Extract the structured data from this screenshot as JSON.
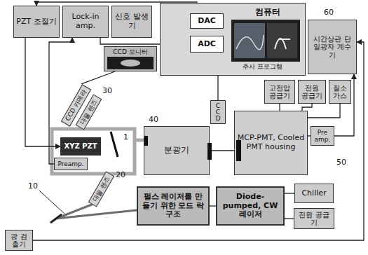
{
  "diagram": {
    "nodes": [
      {
        "text": [
          "PZT 조절기"
        ]
      },
      {
        "text": [
          "Lock-in amp."
        ]
      },
      {
        "text": [
          "신호 발생기"
        ]
      },
      {
        "text": [
          "컴퓨터"
        ]
      },
      {
        "text": [
          "DAC"
        ],
        "in": 3
      },
      {
        "text": [
          "ADC"
        ],
        "in": 3
      },
      {
        "text": [
          "시간상관 단일광자 계수기"
        ]
      },
      {
        "text": [
          "CCD 모니터"
        ]
      },
      {
        "text": [
          "고전압 공급기"
        ]
      },
      {
        "text": [
          "전원 공급기"
        ]
      },
      {
        "text": [
          "질소 가스"
        ]
      },
      {
        "text": [
          "CCD 카메라"
        ]
      },
      {
        "text": [
          "대물 렌즈"
        ]
      },
      {
        "text": [
          "CCD"
        ]
      },
      {
        "text": [
          "XYZ PZT"
        ]
      },
      {
        "text": [
          "분광기"
        ]
      },
      {
        "text": [
          "MCP-PMT, Cooled PMT housing"
        ]
      },
      {
        "text": [
          "Pre amp."
        ]
      },
      {
        "text": [
          "Preamp."
        ]
      },
      {
        "text": [
          "대물 렌즈"
        ]
      },
      {
        "text": [
          "펄스 레이저를 만들기 위한 모드 락 구조"
        ]
      },
      {
        "text": [
          "Diode-pumped, CW 레이저"
        ]
      },
      {
        "text": [
          "Chiller"
        ]
      },
      {
        "text": [
          "전원 공급기"
        ]
      },
      {
        "text": [
          "광 검출기"
        ]
      }
    ],
    "edges": [
      {
        "from": 4,
        "to": 0,
        "arrow": "to"
      },
      {
        "from": 1,
        "to": 5,
        "arrow": "to"
      },
      {
        "from": 18,
        "to": 1,
        "arrow": "to"
      },
      {
        "from": 0,
        "to": 14,
        "arrow": "to"
      },
      {
        "from": 11,
        "to": 7,
        "arrow": "none"
      },
      {
        "from": 13,
        "to": 5,
        "arrow": "to"
      },
      {
        "from": 15,
        "to": 16,
        "arrow": "none"
      },
      {
        "from": 16,
        "to": 17,
        "arrow": "none"
      },
      {
        "from": 17,
        "to": 6,
        "arrow": "to"
      },
      {
        "from": 8,
        "to": 16,
        "arrow": "none"
      },
      {
        "from": 9,
        "to": 16,
        "arrow": "none"
      },
      {
        "from": 10,
        "to": 16,
        "arrow": "none"
      },
      {
        "from": 21,
        "to": 20,
        "arrow": "none"
      },
      {
        "from": 22,
        "to": 21,
        "arrow": "none"
      },
      {
        "from": 23,
        "to": 21,
        "arrow": "none"
      },
      {
        "from": 24,
        "to": 6,
        "arrow": "to"
      }
    ],
    "labels": [
      "60",
      "주사 프로그램",
      "30",
      "1",
      "40",
      "20",
      "10",
      "50"
    ]
  }
}
